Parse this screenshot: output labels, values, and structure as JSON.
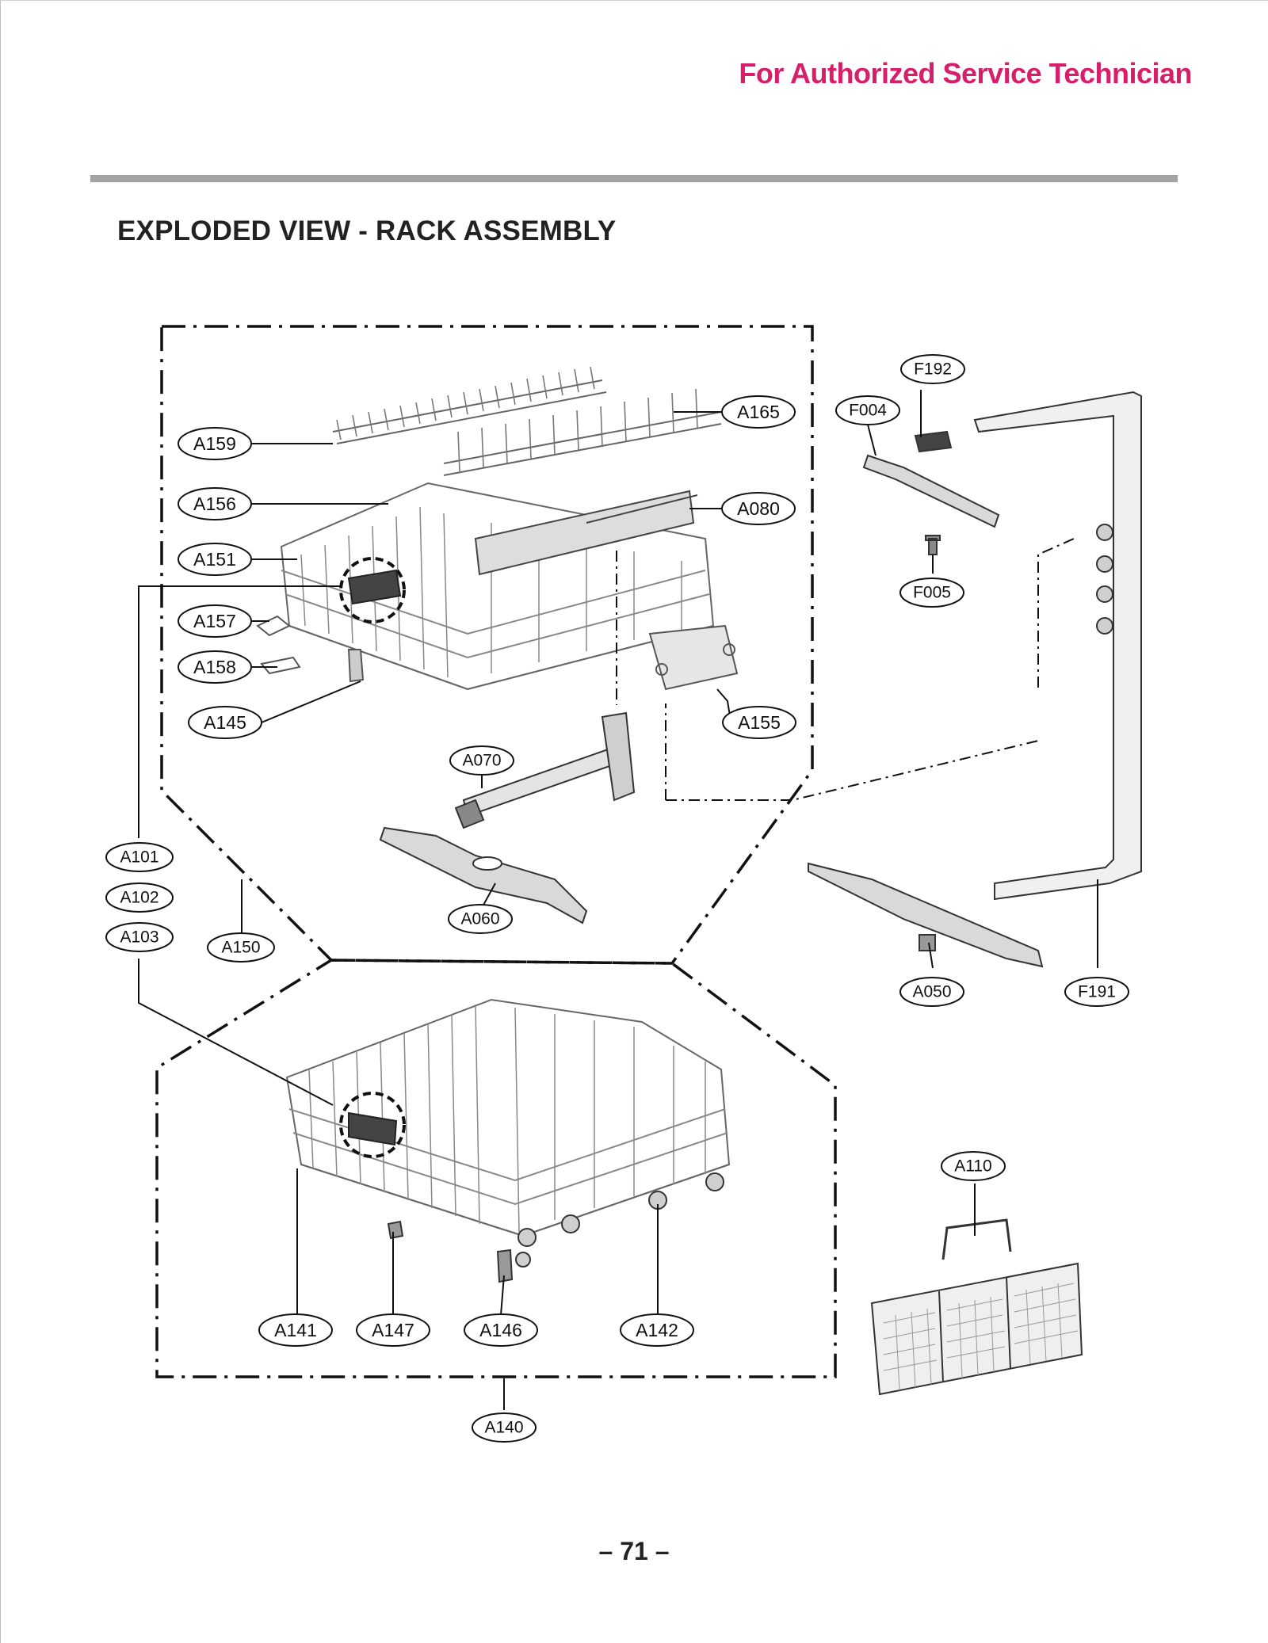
{
  "header": {
    "text": "For Authorized Service Technician",
    "color": "#d81e6b"
  },
  "section_title": "EXPLODED VIEW - RACK ASSEMBLY",
  "page_number": "– 71 –",
  "callouts": {
    "A159": "A159",
    "A156": "A156",
    "A151": "A151",
    "A157": "A157",
    "A158": "A158",
    "A145": "A145",
    "A165": "A165",
    "A080": "A080",
    "A155": "A155",
    "A070": "A070",
    "A060": "A060",
    "A101": "A101",
    "A102": "A102",
    "A103": "A103",
    "A150": "A150",
    "F192": "F192",
    "F004": "F004",
    "F005": "F005",
    "A050": "A050",
    "F191": "F191",
    "A110": "A110",
    "A141": "A141",
    "A147": "A147",
    "A146": "A146",
    "A142": "A142",
    "A140": "A140"
  }
}
